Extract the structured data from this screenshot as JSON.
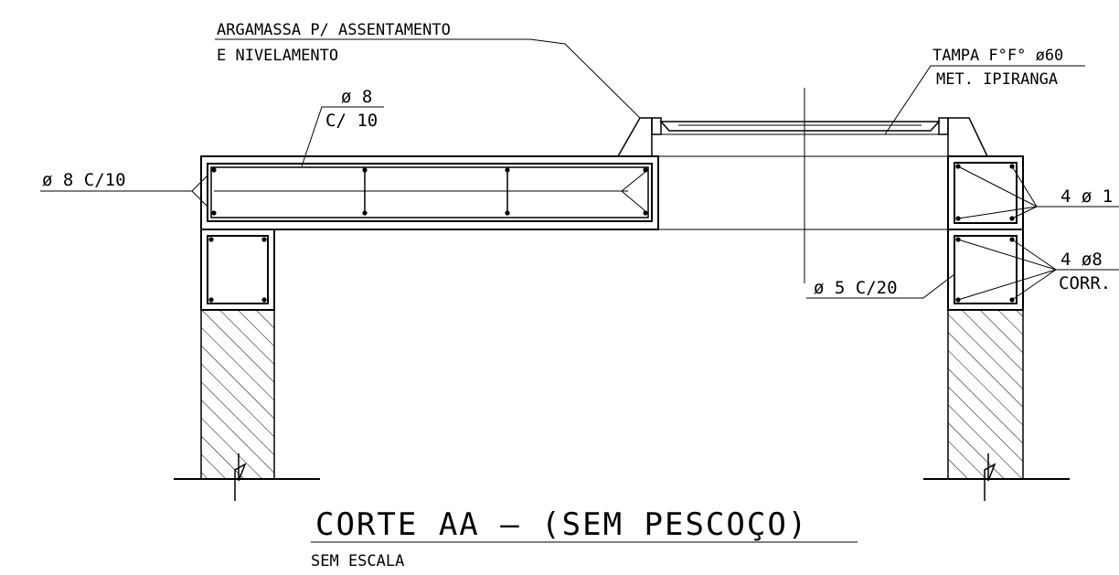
{
  "drawing": {
    "title": "CORTE AA – (SEM PESCOÇO)",
    "scale_note": "SEM ESCALA"
  },
  "labels": {
    "mortar_line1": "ARGAMASSA P/ ASSENTAMENTO",
    "mortar_line2": "E NIVELAMENTO",
    "lid_line1": "TAMPA F°F° ø60",
    "lid_line2": "MET. IPIRANGA",
    "slab_bar_top": "ø 8",
    "slab_bar_bottom": "C/ 10",
    "slab_side": "ø 8 C/10",
    "stirrup": "ø 5 C/20",
    "beam_top_bars": "4 ø 1",
    "beam_bottom_bars": "4 ø8",
    "beam_bottom_bars_note": "CORR."
  }
}
